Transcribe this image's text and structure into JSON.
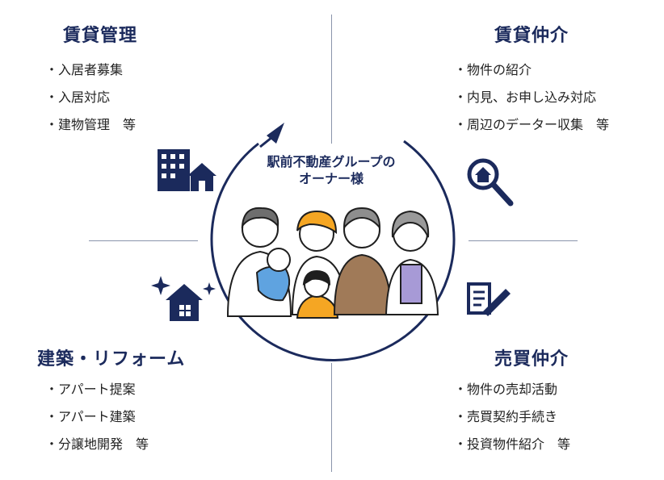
{
  "center": {
    "line1": "駅前不動産グループの",
    "line2": "オーナー様"
  },
  "quadrants": {
    "top_left": {
      "title": "賃貸管理",
      "items": [
        "・入居者募集",
        "・入居対応",
        "・建物管理　等"
      ],
      "icon": "building-icon"
    },
    "top_right": {
      "title": "賃貸仲介",
      "items": [
        "・物件の紹介",
        "・内見、お申し込み対応",
        "・周辺のデーター収集　等"
      ],
      "icon": "house-search-icon"
    },
    "bottom_left": {
      "title": "建築・リフォーム",
      "items": [
        "・アパート提案",
        "・アパート建築",
        "・分譲地開発　等"
      ],
      "icon": "sparkling-house-icon"
    },
    "bottom_right": {
      "title": "売買仲介",
      "items": [
        "・物件の売却活動",
        "・売買契約手続き",
        "・投資物件紹介　等"
      ],
      "icon": "document-pen-icon"
    }
  },
  "colors": {
    "navy": "#1b2a5c",
    "divider": "#8a94ab"
  }
}
